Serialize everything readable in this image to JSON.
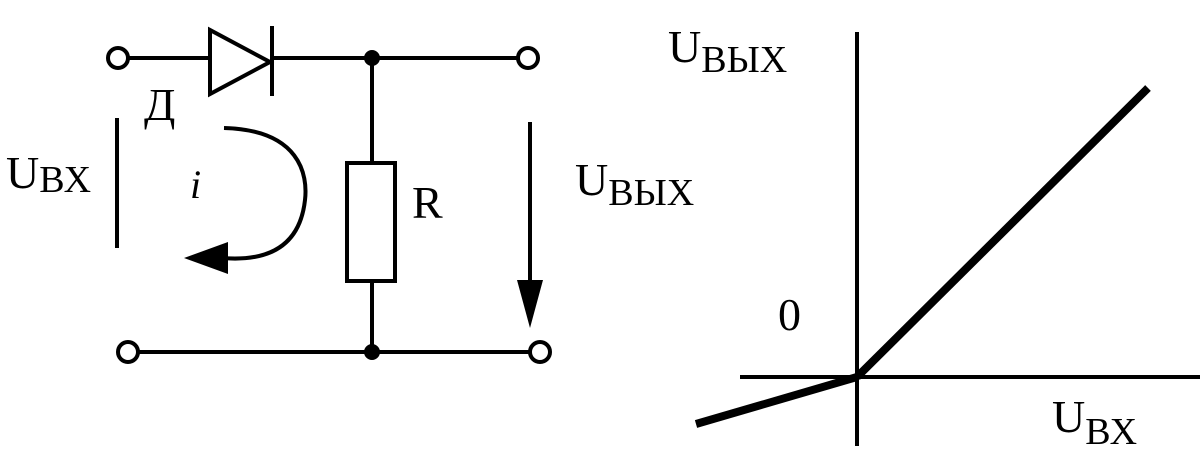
{
  "circuit": {
    "input_voltage": {
      "main": "U",
      "sub": "ВХ"
    },
    "output_voltage": {
      "main": "U",
      "sub": "ВЫХ"
    },
    "diode_label": "Д",
    "resistor_label": "R",
    "current_label": "i"
  },
  "graph": {
    "y_axis_label": {
      "main": "U",
      "sub": "ВЫХ"
    },
    "x_axis_label": {
      "main": "U",
      "sub": "ВХ"
    },
    "origin_label": "0"
  },
  "colors": {
    "line": "#000000",
    "background": "#ffffff"
  }
}
